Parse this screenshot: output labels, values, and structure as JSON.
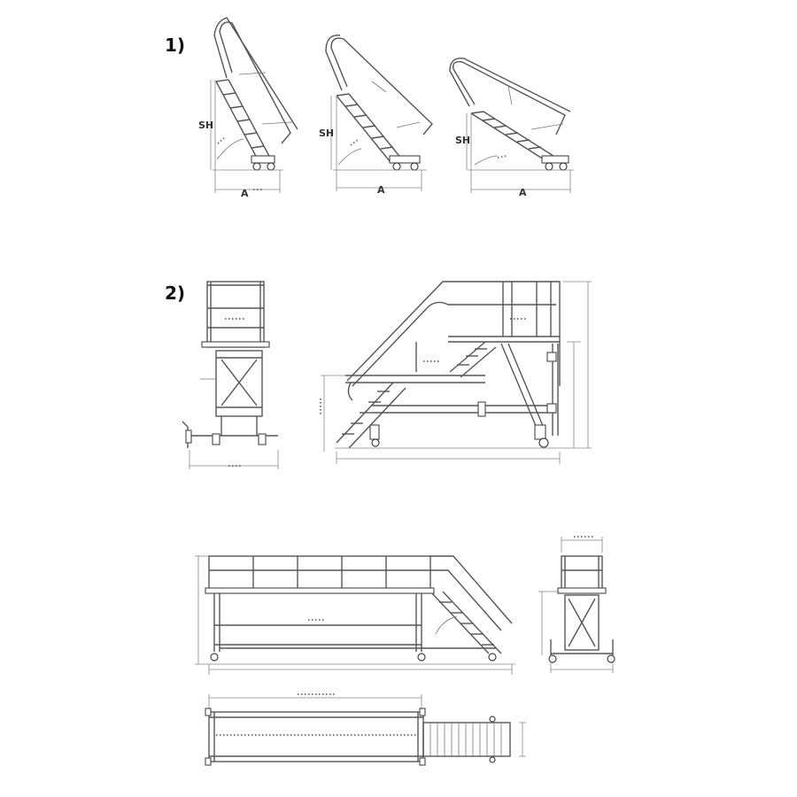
{
  "sections": [
    {
      "id": "1",
      "label": "1)"
    },
    {
      "id": "2",
      "label": "2)"
    }
  ],
  "dimension_labels": {
    "step_height": "SH",
    "length": "A"
  }
}
